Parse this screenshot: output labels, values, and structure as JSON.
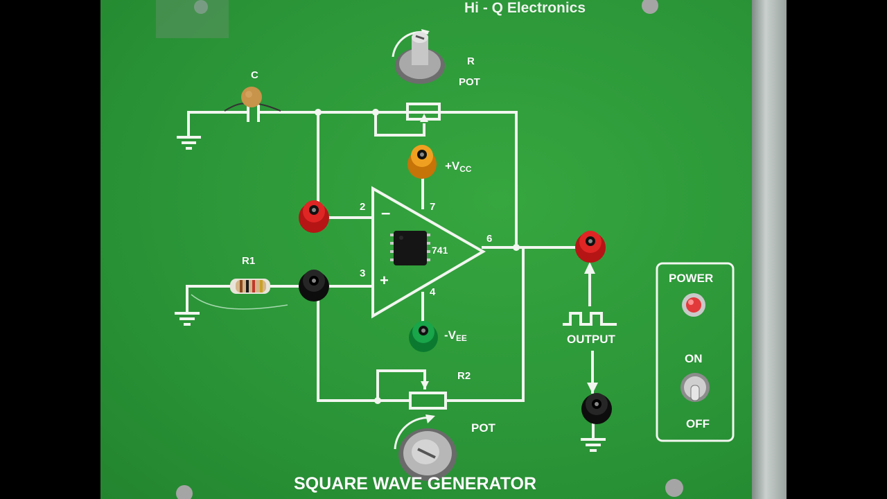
{
  "board": {
    "brand": "Hi - Q Electronics",
    "title": "SQUARE WAVE GENERATOR"
  },
  "labels": {
    "r": "R",
    "r_pot": "POT",
    "c": "C",
    "r1": "R1",
    "r2": "R2",
    "pot2": "POT",
    "vcc_prefix": "+V",
    "vcc_sub": "CC",
    "vee_prefix": "-V",
    "vee_sub": "EE",
    "pin2": "2",
    "pin3": "3",
    "pin4": "4",
    "pin6": "6",
    "pin7": "7",
    "ic": "741",
    "minus": "–",
    "plus": "+",
    "output": "OUTPUT",
    "power": "POWER",
    "on": "ON",
    "off": "OFF"
  },
  "colors": {
    "pcb_green": "#2e9a3a",
    "trace": "#f2f6f0",
    "socket_red": "#d11f1f",
    "socket_black": "#1a1a1a",
    "socket_orange": "#e08a12",
    "socket_green": "#149a40",
    "led_red": "#e23a3a",
    "ic_black": "#151515"
  }
}
